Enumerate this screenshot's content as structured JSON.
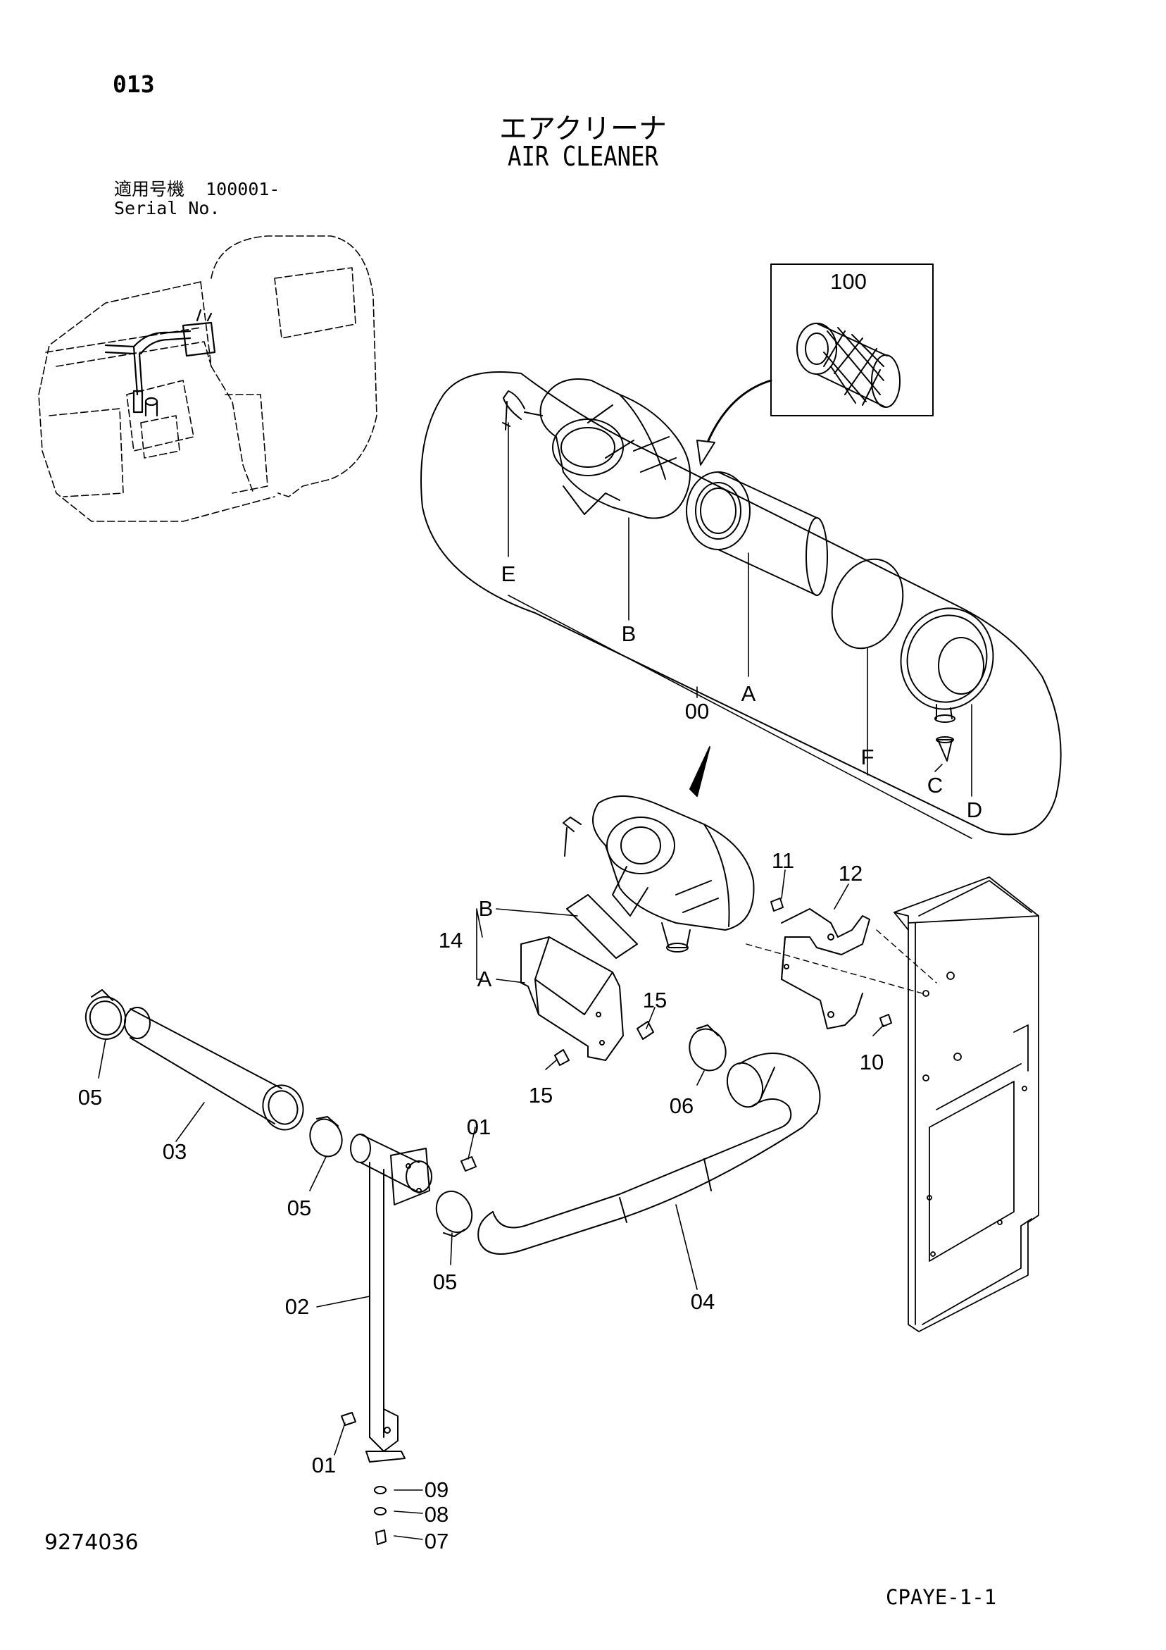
{
  "header": {
    "page_code": "013",
    "title_ja": "エアクリーナ",
    "title_en": "AIR CLEANER",
    "serial_label_ja": "適用号機",
    "serial_value": "100001-",
    "serial_label_en": "Serial No."
  },
  "callouts": {
    "c100": "100",
    "cE": "E",
    "cB": "B",
    "c00": "00",
    "cA": "A",
    "cF": "F",
    "cC": "C",
    "cD": "D",
    "c11": "11",
    "c12": "12",
    "c14": "14",
    "c14B": "B",
    "c14A": "A",
    "c15a": "15",
    "c15b": "15",
    "c10": "10",
    "c06": "06",
    "c05a": "05",
    "c03": "03",
    "c05b": "05",
    "c01a": "01",
    "c05c": "05",
    "c04": "04",
    "c02": "02",
    "c01b": "01",
    "c09": "09",
    "c08": "08",
    "c07": "07"
  },
  "footer": {
    "drawing_number": "9274036",
    "page_ref": "CPAYE-1-1"
  }
}
